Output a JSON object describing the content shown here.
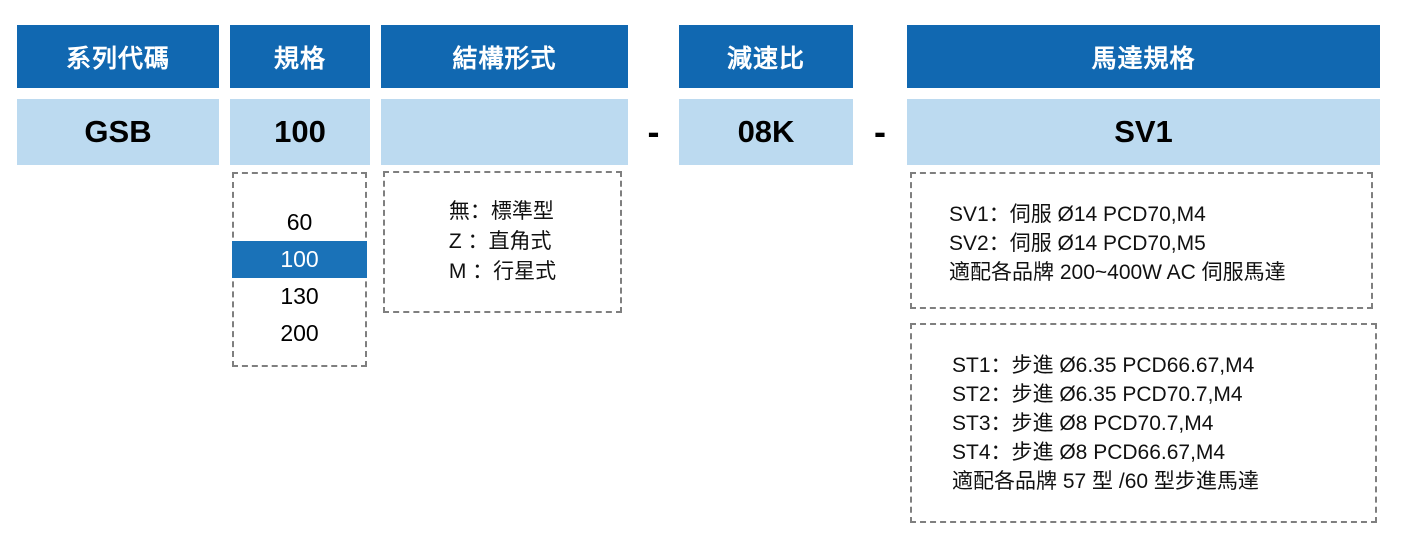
{
  "colors": {
    "header_blue": "#1168b1",
    "cell_light_blue": "#bcdaf0",
    "selected_blue": "#1a72b8",
    "dashed_border_gray": "#7f7f7f"
  },
  "code_builder": {
    "separator": "-",
    "columns": [
      {
        "id": "series",
        "header": "系列代碼",
        "value": "GSB"
      },
      {
        "id": "size",
        "header": "規格",
        "value": "100"
      },
      {
        "id": "structure",
        "header": "結構形式",
        "value": ""
      },
      {
        "id": "ratio",
        "header": "減速比",
        "value": "08K"
      },
      {
        "id": "motor",
        "header": "馬達規格",
        "value": "SV1"
      }
    ]
  },
  "size_options": {
    "selected": "100",
    "items": [
      "60",
      "100",
      "130",
      "200"
    ]
  },
  "structure_options": {
    "items": [
      "無：標準型",
      "Z ：直角式",
      "M ：行星式"
    ]
  },
  "servo_motor_options": {
    "items": [
      "SV1：伺服 Ø14 PCD70,M4",
      "SV2：伺服 Ø14 PCD70,M5",
      "適配各品牌 200~400W AC 伺服馬達"
    ]
  },
  "stepper_motor_options": {
    "items": [
      "ST1：步進 Ø6.35 PCD66.67,M4",
      "ST2：步進 Ø6.35 PCD70.7,M4",
      "ST3：步進 Ø8 PCD70.7,M4",
      "ST4：步進 Ø8 PCD66.67,M4",
      "適配各品牌 57 型 /60 型步進馬達"
    ]
  }
}
